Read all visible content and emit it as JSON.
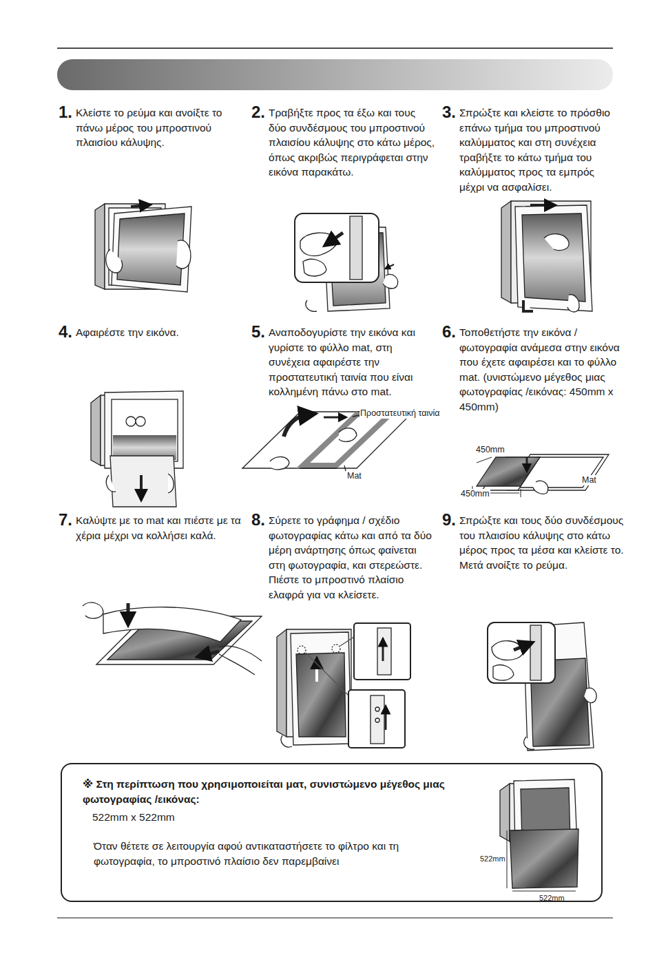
{
  "diagram": {
    "nodes": [
      {
        "text": [
          "※ Στη περίπτωση που χρησιμοποιείται ματ, συνιστώμενο μέγεθος μιας φωτογραφίας /εικόνας:",
          "522mm x 522mm",
          "Όταν θέτετε σε λειτουργία αφού αντικαταστήσετε το φίλτρο και τη φωτογραφία, το μπροστινό πλαίσιο δεν παρεμβαίνει"
        ]
      }
    ],
    "labels": [
      "1.",
      "Κλείστε το ρεύμα και ανοίξτε το πάνω μέρος του μπροστινού πλαισίου κάλυψης.",
      "2.",
      "Τραβήξτε προς τα έξω και τους δύο συνδέσμους του μπροστινού πλαισίου κάλυψης στο κάτω μέρος, όπως ακριβώς περιγράφεται στην εικόνα παρακάτω.",
      "3.",
      "Σπρώξτε και κλείστε το πρόσθιο επάνω τμήμα του μπροστινού καλύμματος και στη συνέχεια τραβήξτε το κάτω τμήμα του καλύμματος προς τα εμπρός μέχρι να ασφαλίσει.",
      "4.",
      "Αφαιρέστε την εικόνα.",
      "5.",
      "Αναποδογυρίστε την εικόνα και γυρίστε το φύλλο mat, στη συνέχεια αφαιρέστε την προστατευτική ταινία που είναι κολλημένη πάνω στο mat.",
      "6.",
      "Τοποθετήστε την εικόνα / φωτογραφία ανάμεσα στην εικόνα που έχετε αφαιρέσει και το φύλλο mat. (υνιστώμενο μέγεθος μιας φωτογραφίας /εικόνας: 450mm x 450mm)",
      "7.",
      "Καλύψτε με το mat και πιέστε με τα χέρια μέχρι να κολλήσει καλά.",
      "8.",
      "Σύρετε το γράφημα / σχέδιο φωτογραφίας κάτω και από τα δύο μέρη ανάρτησης όπως φαίνεται στη φωτογραφία, και στερεώστε. Πιέστε το μπροστινό πλαίσιο ελαφρά για να κλείσετε.",
      "9.",
      "Σπρώξτε και τους δύο συνδέσμους του πλαισίου κάλυψης στο κάτω μέρος προς τα μέσα και κλείστε το. Μετά ανοίξτε το ρεύμα.",
      "Προστατευτική ταινία",
      "Mat",
      "450mm",
      "450mm",
      "Mat",
      "522mm",
      "522mm"
    ]
  }
}
